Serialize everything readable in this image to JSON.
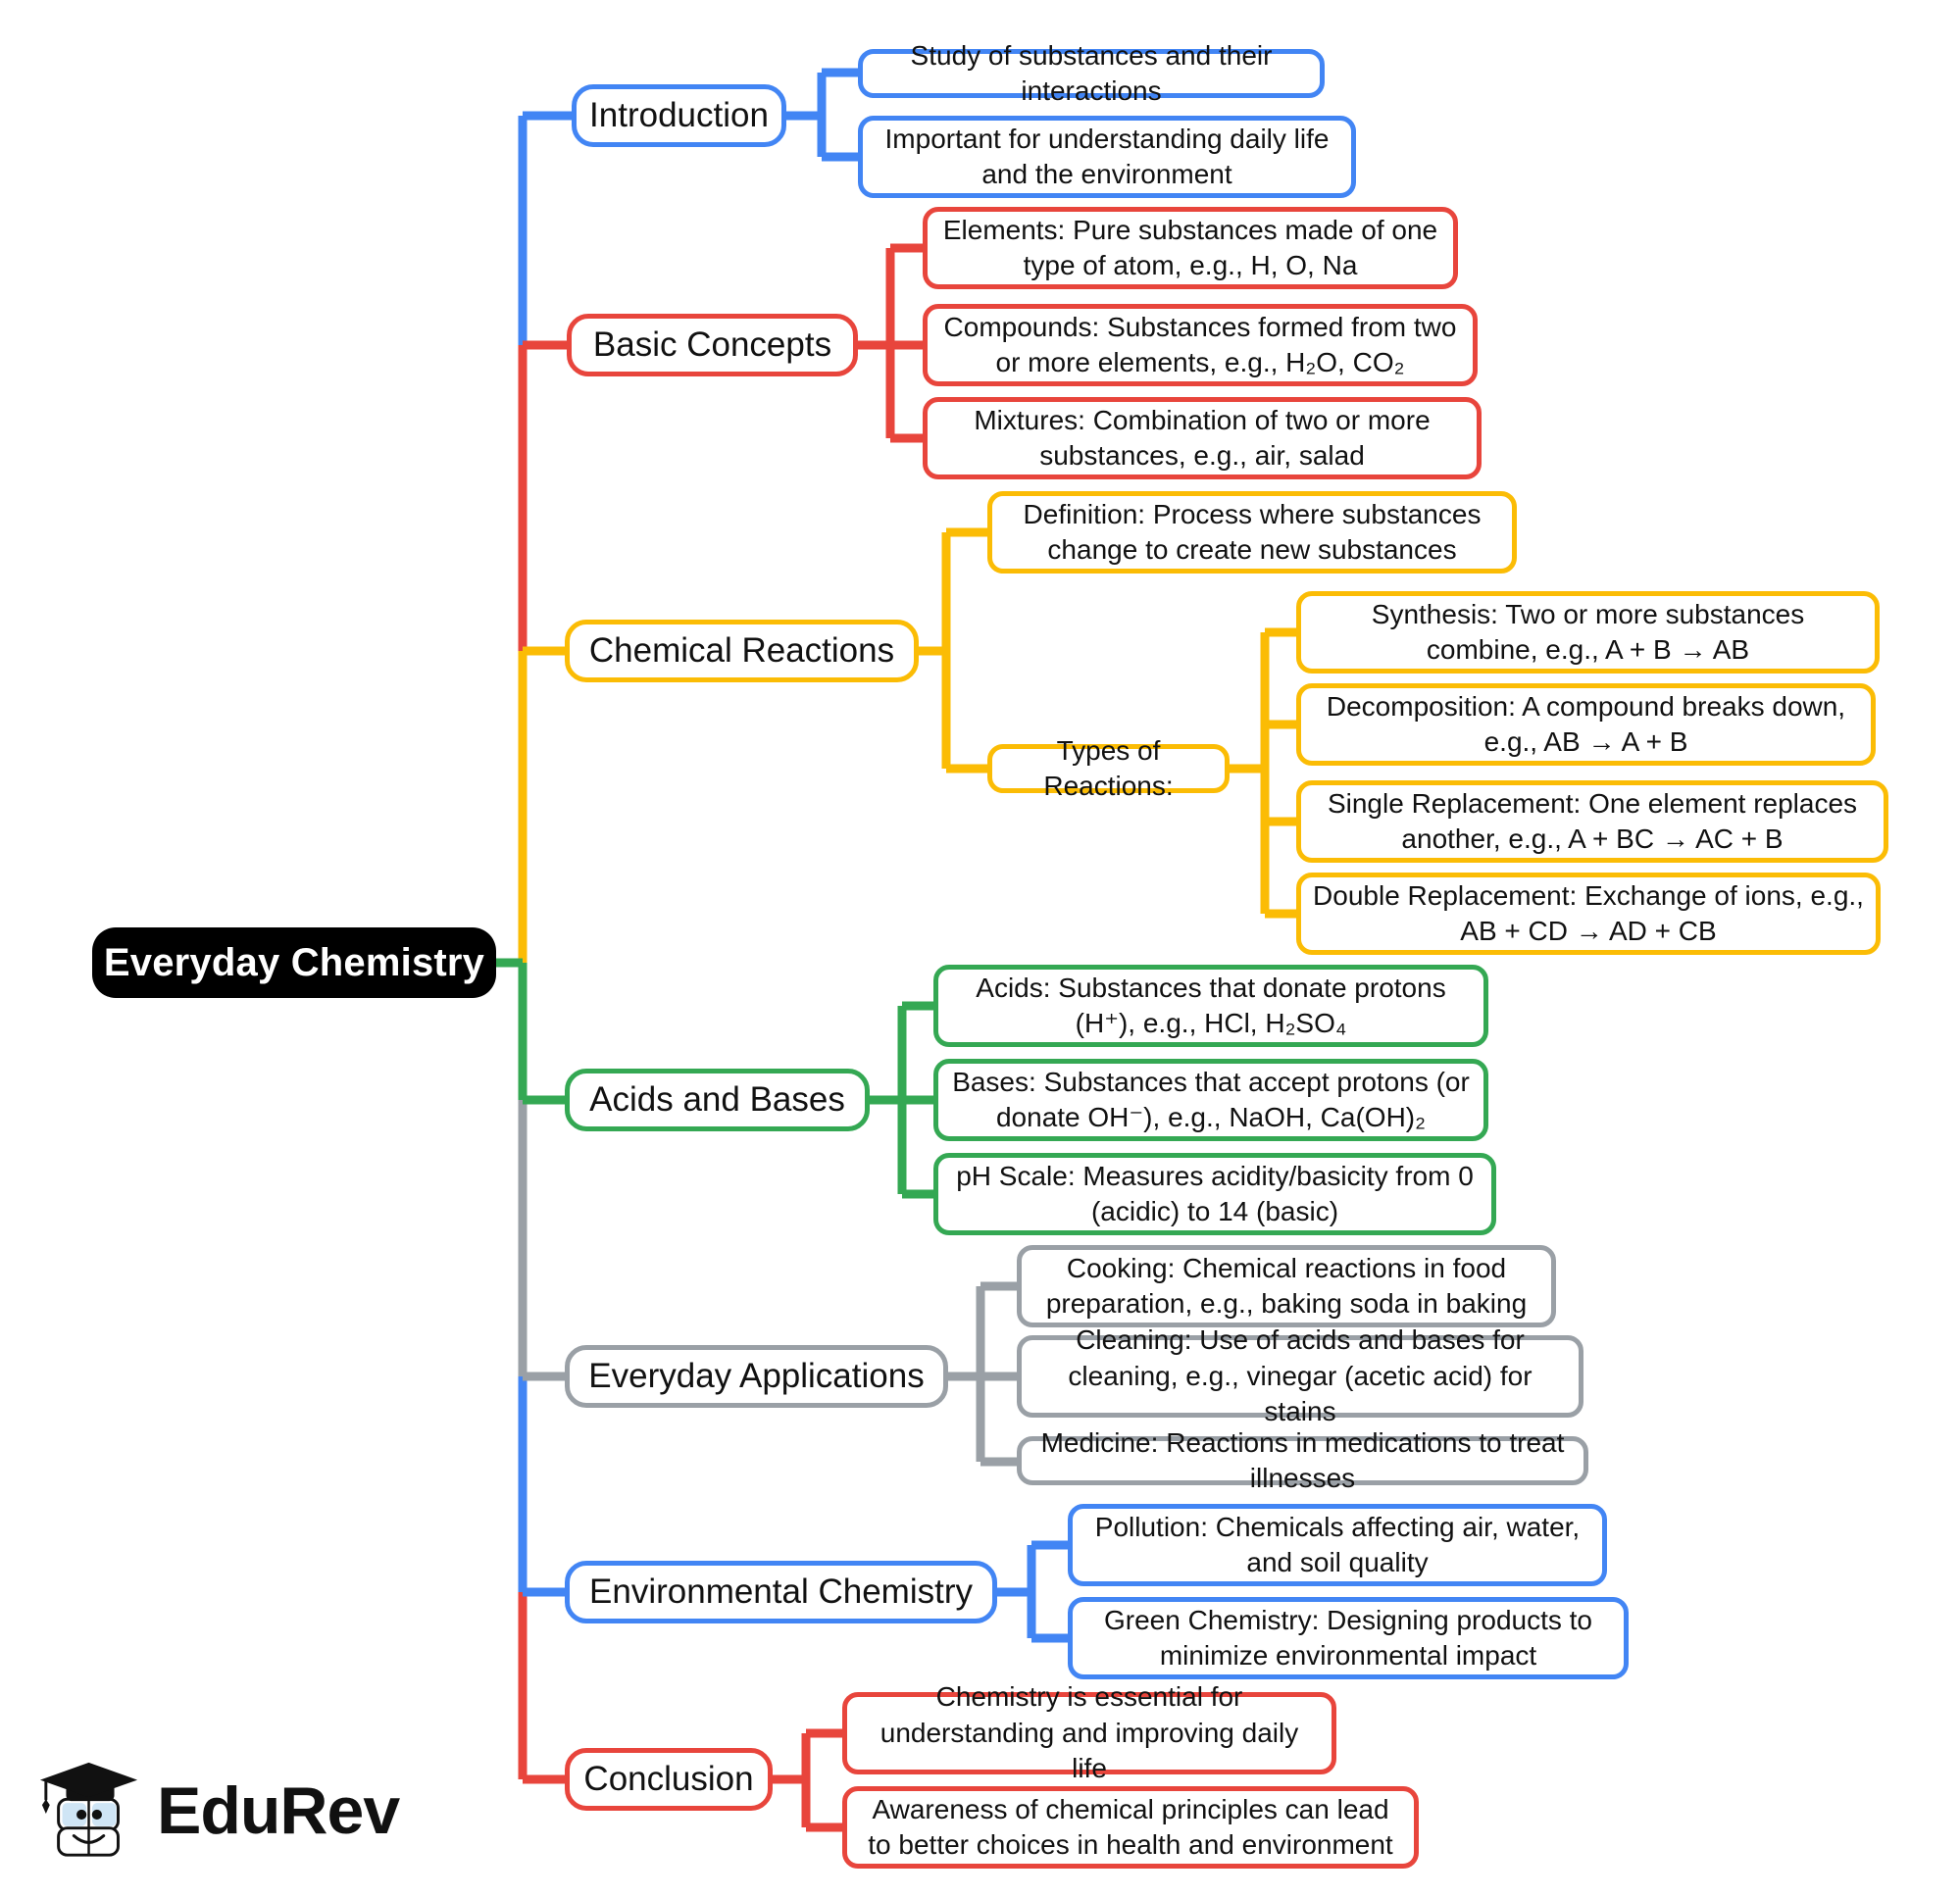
{
  "mindmap": {
    "root": {
      "label": "Everyday Chemistry",
      "color": "#000000"
    },
    "colors": {
      "blue": "#4285F4",
      "red": "#E8453C",
      "yellow": "#FBBC05",
      "green": "#34A853",
      "gray": "#9AA0A6",
      "root": "#000000",
      "text": "#111111",
      "background": "#FFFFFF"
    },
    "branches": [
      {
        "label": "Introduction",
        "color": "#4285F4",
        "children": [
          {
            "label": "Study of substances and their interactions"
          },
          {
            "label": "Important for understanding daily life and the environment"
          }
        ]
      },
      {
        "label": "Basic Concepts",
        "color": "#E8453C",
        "children": [
          {
            "label": "Elements: Pure substances made of one type of atom, e.g., H, O, Na"
          },
          {
            "label": "Compounds: Substances formed from two or more elements, e.g., H₂O, CO₂"
          },
          {
            "label": "Mixtures: Combination of two or more substances, e.g., air, salad"
          }
        ]
      },
      {
        "label": "Chemical Reactions",
        "color": "#FBBC05",
        "children": [
          {
            "label": "Definition: Process where substances change to create new substances"
          },
          {
            "label": "Types of Reactions:",
            "children": [
              {
                "label": "Synthesis: Two or more substances combine, e.g., A + B → AB"
              },
              {
                "label": "Decomposition: A compound breaks down, e.g., AB → A + B"
              },
              {
                "label": "Single Replacement: One element replaces another, e.g., A + BC → AC + B"
              },
              {
                "label": "Double Replacement: Exchange of ions, e.g., AB + CD → AD + CB"
              }
            ]
          }
        ]
      },
      {
        "label": "Acids and Bases",
        "color": "#34A853",
        "children": [
          {
            "label": "Acids: Substances that donate protons (H⁺), e.g., HCl, H₂SO₄"
          },
          {
            "label": "Bases: Substances that accept protons (or donate OH⁻), e.g., NaOH, Ca(OH)₂"
          },
          {
            "label": "pH Scale: Measures acidity/basicity from 0 (acidic) to 14 (basic)"
          }
        ]
      },
      {
        "label": "Everyday Applications",
        "color": "#9AA0A6",
        "children": [
          {
            "label": "Cooking: Chemical reactions in food preparation, e.g., baking soda in baking"
          },
          {
            "label": "Cleaning: Use of acids and bases for cleaning, e.g., vinegar (acetic acid) for stains"
          },
          {
            "label": "Medicine: Reactions in medications to treat illnesses"
          }
        ]
      },
      {
        "label": "Environmental Chemistry",
        "color": "#4285F4",
        "children": [
          {
            "label": "Pollution: Chemicals affecting air, water, and soil quality"
          },
          {
            "label": "Green Chemistry: Designing products to minimize environmental impact"
          }
        ]
      },
      {
        "label": "Conclusion",
        "color": "#E8453C",
        "children": [
          {
            "label": "Chemistry is essential for understanding and improving daily life"
          },
          {
            "label": "Awareness of chemical principles can lead to better choices in health and environment"
          }
        ]
      }
    ]
  },
  "logo": {
    "name": "EduRev",
    "mark": "graduation-cap-book-icon"
  }
}
